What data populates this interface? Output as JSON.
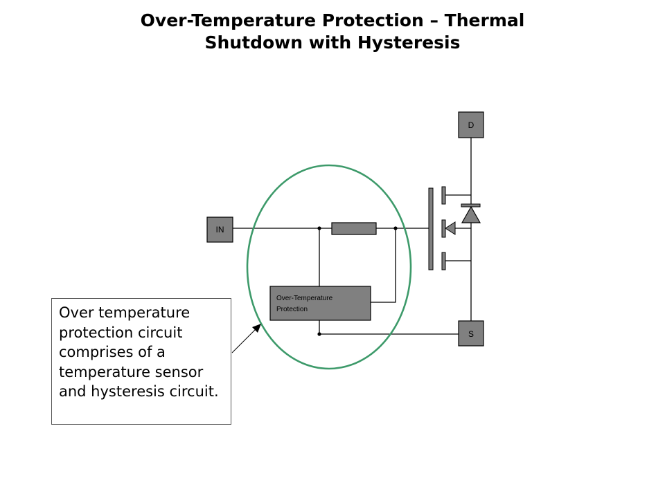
{
  "title": {
    "line1": "Over-Temperature Protection – Thermal",
    "line2": "Shutdown with Hysteresis"
  },
  "diagram": {
    "pins": {
      "in": "IN",
      "drain": "D",
      "source": "S"
    },
    "otp_block": {
      "line1": "Over-Temperature",
      "line2": "Protection"
    },
    "highlight_color": "#3d9a6a",
    "component_fill": "#808080"
  },
  "callout": {
    "text": "Over temperature protection circuit comprises of a temperature sensor and hysteresis circuit."
  }
}
